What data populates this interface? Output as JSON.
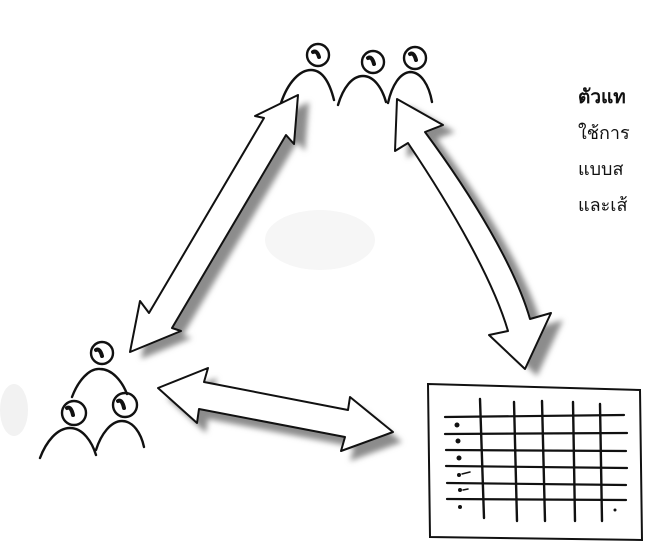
{
  "diagram": {
    "nodes": [
      {
        "id": "group-top",
        "kind": "people-group",
        "people": 3
      },
      {
        "id": "group-left",
        "kind": "people-group",
        "people": 3
      },
      {
        "id": "grid-board",
        "kind": "grid-sheet"
      }
    ],
    "arrows": [
      {
        "from": "group-top",
        "to": "group-left",
        "direction": "both"
      },
      {
        "from": "group-top",
        "to": "grid-board",
        "direction": "both"
      },
      {
        "from": "group-left",
        "to": "grid-board",
        "direction": "both"
      }
    ],
    "colors": {
      "ink": "#111111",
      "shadow": "#9a9a9a",
      "paper": "#ffffff"
    }
  },
  "text_panel": {
    "heading": "ตัวแท",
    "lines": [
      "ใช้การ",
      "แบบส",
      "และเส้"
    ]
  }
}
